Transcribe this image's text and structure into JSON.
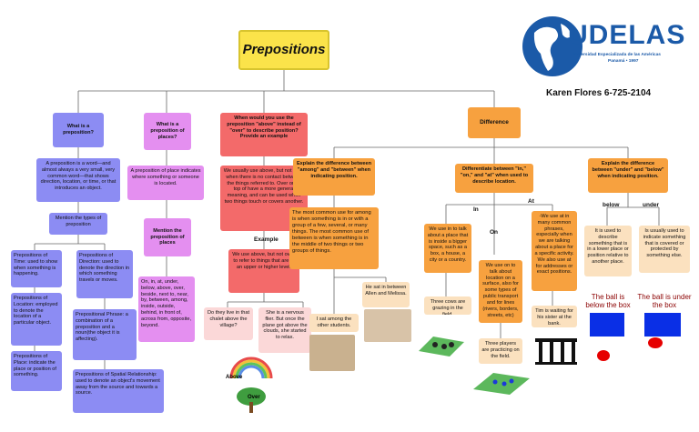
{
  "title": "Prepositions",
  "author": "Karen Flores 6-725-2104",
  "logo": {
    "name": "UDELAS",
    "subtitle": "Universidad Especializada de las Américas",
    "sub2": "Panamá • 1997",
    "color": "#1b5aa8"
  },
  "nodes": {
    "q1": "What is a preposition?",
    "q1a": "A preposition is a word—and almost always a very small, very common word—that shows direction, location, or time, or that introduces an object.",
    "q1b": "Mention the types of preposition",
    "t_time": "Prepositions of Time: used to show when something is happening.",
    "t_loc": "Prepositions of Location: employed to denote the location of a particular object.",
    "t_place": "Prepositions of Place: indicate the place or position of something.",
    "t_dir": "Prepositions of Direction: used to denote the direction in which something travels or moves.",
    "t_phrase": "Prepositional Phrase: a combination of a preposition and a noun(the object it is affecting).",
    "t_spatial": "Prepositions of Spatial Relationship: used to denote an object's movement away from the source and towards a source.",
    "q2": "What is a preposition of places?",
    "q2a": "A preposition of place indicates where something or someone is located.",
    "q2b": "Mention the preposition of places",
    "q2c": "On, in, at, under, below, above, over, beside, next to, near, by, between, among, inside, outside, behind, in front of, across from, opposite, beyond.",
    "q3": "When would you use the preposition \"above\" instead of \"over\" to describe position? Provide an example",
    "q3a": "We usually use above, but not over, when there is no contact between the things referred to. Over or on top of have a more general meaning, and can be used when two things touch or covers another.",
    "q3_example": "Example",
    "q3b": "We use above, but not over, to refer to things that are at an upper or higher level.",
    "q3c": "Do they live in that chalet above the village?",
    "q3d": "She is a nervous flier. But once the plane got above the clouds, she started to relax.",
    "above_label": "Above",
    "over_label": "Over",
    "diff": "Difference",
    "d1": "Explain the difference between \"among\" and \"between\" when indicating position.",
    "d1a": "The most common use for among is when something is in or with a group of a few, several, or many things. The most common use of between is when something is in the middle of two things or two groups of things.",
    "d1b": "He sat in between Allen and Melissa.",
    "d1c": "I sat among the other students.",
    "d2": "Differentiate between \"in,\" \"on,\" and \"at\" when used to describe location.",
    "in_label": "In",
    "on_label": "On",
    "at_label": "At",
    "in_a": "We use in to talk about a place that is inside a bigger space, such as a box, a house, a city or a country.",
    "in_b": "Three cows are grazing in the field.",
    "on_a": "We use on to talk about location on a surface, also for some types of public transport and for lines (rivers, borders, streets, etc)",
    "on_b": "Three players are practicing on the field.",
    "at_a": "-We use at in many common phrases, especially when we are talking about a place for a specific activity. We also use at for addresses or exact positions.",
    "at_b": "Tim is waiting for his sister at the bank.",
    "d3": "Explain the difference between \"under\" and \"below\" when indicating position.",
    "below_label": "below",
    "under_label": "under",
    "below_a": "It is used to describe something that is in a lower place or position relative to another place.",
    "under_a": "Is usually used to indicate something that is covered or protected by something else.",
    "below_cap": "The ball is below the box",
    "under_cap": "The ball is under the box"
  },
  "colors": {
    "purple": "#8c8cf3",
    "pink": "#e48ff0",
    "red": "#f36a6a",
    "orange": "#f7a13f",
    "title": "#fbe34a",
    "box": "#0a2fe6",
    "ball": "#e60000"
  }
}
